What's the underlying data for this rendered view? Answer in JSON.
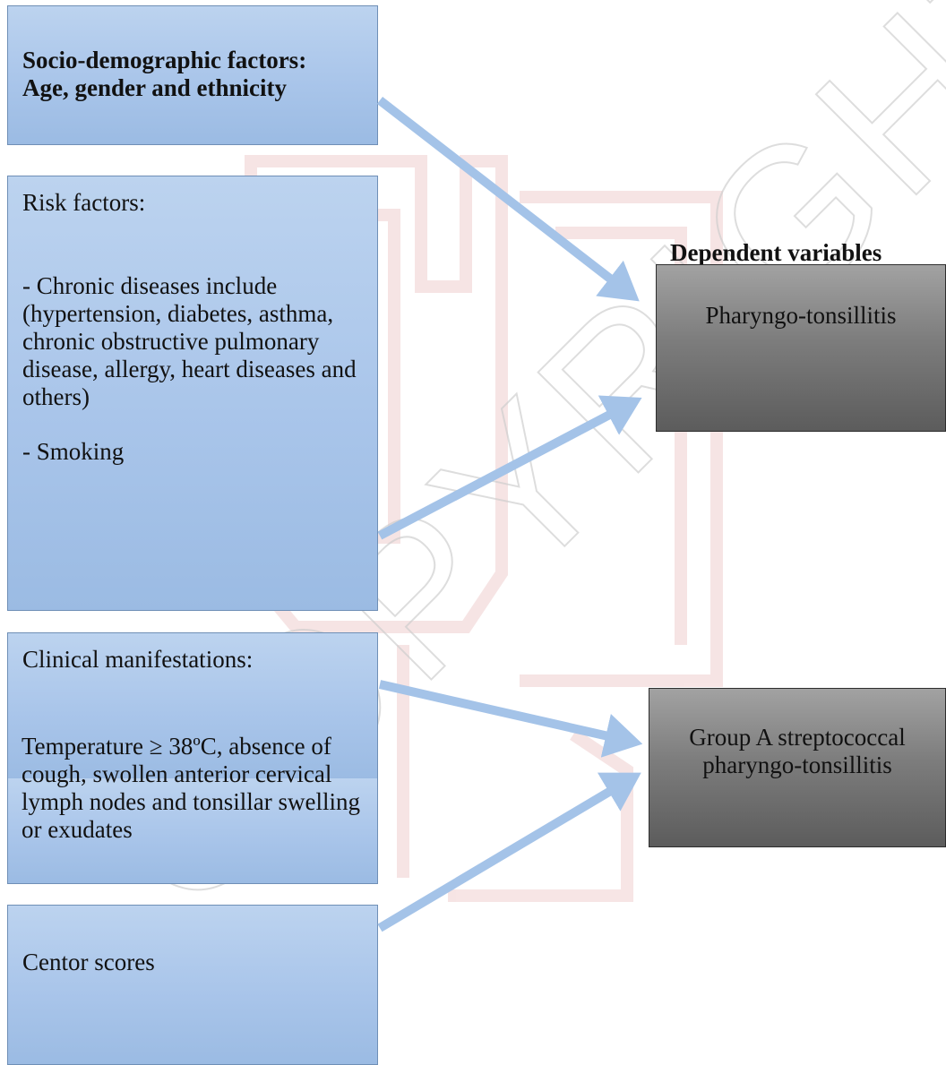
{
  "socio_box": {
    "text": "Socio-demographic factors:\nAge, gender and ethnicity"
  },
  "risk_box": {
    "heading": "Risk factors:",
    "item1": "- Chronic diseases include (hypertension, diabetes, asthma, chronic obstructive pulmonary disease, allergy, heart diseases and others)",
    "item2": "- Smoking"
  },
  "clinical_box": {
    "heading": "Clinical manifestations:",
    "body": "Temperature ≥ 38ºC, absence of cough, swollen anterior cervical lymph nodes and tonsillar swelling or exudates"
  },
  "centor_box": {
    "label": "Centor scores"
  },
  "dependent_label": "Dependent variables",
  "outcome_boxes": {
    "pharyngo": "Pharyngo-tonsillitis",
    "gas": "Group A streptococcal pharyngo-tonsillitis"
  },
  "watermark": {
    "text": "COPYRIGHT UPM"
  },
  "colors": {
    "left_box_fill": "#a9c5ea",
    "outcome_box_fill": "#7d7d7d",
    "arrow": "#a4c3e8",
    "watermark": "#e8c8c8"
  }
}
